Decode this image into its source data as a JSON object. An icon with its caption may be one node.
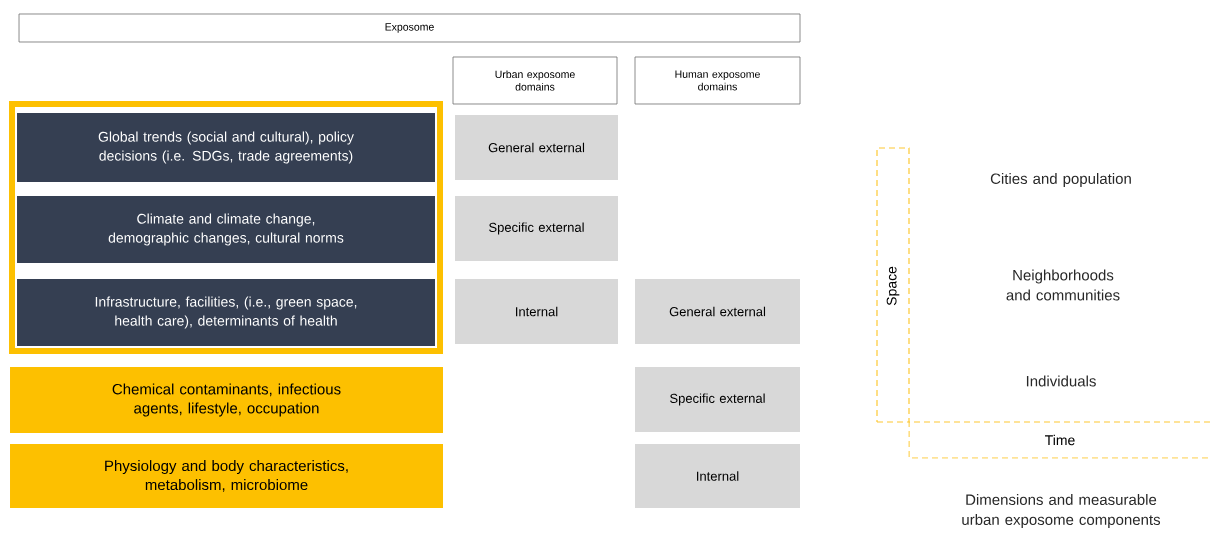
{
  "diagram": {
    "nodes": [
      {
        "text": [
          "Exposome"
        ]
      },
      {
        "text": [
          "Urban exposome domains"
        ]
      },
      {
        "text": [
          "Human exposome domains"
        ]
      },
      {
        "text": [],
        "shape": "box"
      },
      {
        "text": [
          "Global trends (social and cultural), policy decisions (i.e. SDGs, trade agreements)"
        ],
        "in": 3
      },
      {
        "text": [
          "Climate and climate change, demographic changes, cultural norms"
        ],
        "in": 3
      },
      {
        "text": [
          "Infrastructure, facilities, (i.e., green space, health care), determinants of health"
        ],
        "in": 3
      },
      {
        "text": [
          "Chemical contaminants, infectious agents, lifestyle, occupation"
        ]
      },
      {
        "text": [
          "Physiology and body characteristics, metabolism, microbiome"
        ]
      },
      {
        "text": [
          "General external"
        ]
      },
      {
        "text": [
          "Specific external"
        ]
      },
      {
        "text": [
          "Internal"
        ]
      },
      {
        "text": [
          "General external"
        ]
      },
      {
        "text": [
          "Specific external"
        ]
      },
      {
        "text": [
          "Internal"
        ]
      },
      {
        "text": [
          "Space"
        ]
      },
      {
        "text": [
          "Time"
        ]
      }
    ],
    "labels": [
      "Cities and population",
      "Neighborhoods and communities",
      "Individuals",
      "Dimensions and measurable urban exposome components"
    ]
  }
}
